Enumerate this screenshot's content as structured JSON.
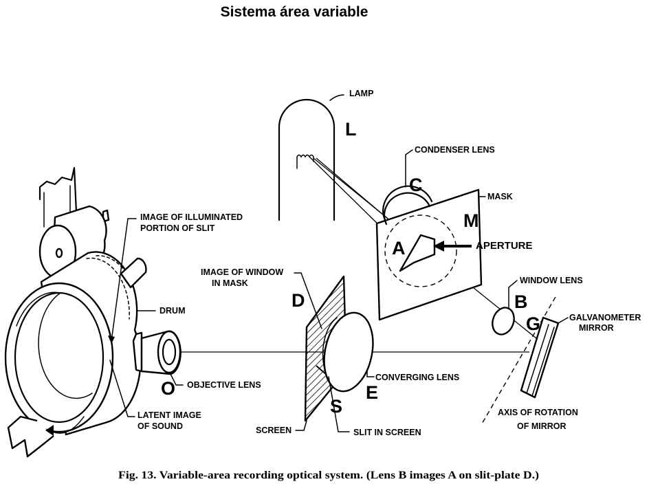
{
  "slide": {
    "title": "Sistema área variable"
  },
  "diagram": {
    "letters": {
      "L": "L",
      "C": "C",
      "M": "M",
      "A": "A",
      "B": "B",
      "G": "G",
      "D": "D",
      "E": "E",
      "S": "S",
      "O": "O"
    },
    "labels": {
      "lamp": "LAMP",
      "condenser_lens": "CONDENSER LENS",
      "mask": "MASK",
      "aperture": "APERTURE",
      "window_lens": "WINDOW LENS",
      "galvanometer_mirror_1": "GALVANOMETER",
      "galvanometer_mirror_2": "MIRROR",
      "image_illuminated_1": "IMAGE OF ILLUMINATED",
      "image_illuminated_2": "PORTION OF SLIT",
      "image_window_1": "IMAGE OF WINDOW",
      "image_window_2": "IN MASK",
      "drum": "DRUM",
      "objective_lens": "OBJECTIVE LENS",
      "converging_lens": "CONVERGING LENS",
      "latent_image_1": "LATENT IMAGE",
      "latent_image_2": "OF SOUND",
      "screen": "SCREEN",
      "slit_in_screen": "SLIT IN SCREEN",
      "axis_rotation_1": "AXIS OF ROTATION",
      "axis_rotation_2": "OF MIRROR"
    },
    "caption": "Fig. 13. Variable-area recording optical system. (Lens B images A on slit-plate D.)"
  }
}
